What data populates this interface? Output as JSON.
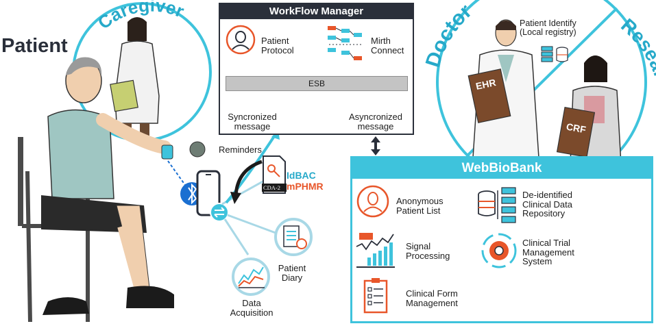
{
  "colors": {
    "accent": "#3ec3dc",
    "dark": "#2a2f3a",
    "orange": "#e8562a",
    "bluetooth": "#1a6fd1"
  },
  "roles": {
    "patient": "Patient",
    "caregiver": "Caregiver",
    "doctor": "Doctor",
    "researcher": "Researcher"
  },
  "workflow": {
    "title": "WorkFlow Manager",
    "patient_protocol": [
      "Patient",
      "Protocol"
    ],
    "mirth_connect": [
      "Mirth",
      "Connect"
    ],
    "esb": "ESB",
    "sync_message": [
      "Syncronized",
      "message"
    ],
    "async_message": [
      "Asyncronized",
      "message"
    ]
  },
  "doctor": {
    "patient_identify": [
      "Patient Identify",
      "(Local registry)"
    ],
    "ehr": "EHR"
  },
  "researcher": {
    "crf": "CRF"
  },
  "mobile": {
    "reminders": "Reminders",
    "cda_badge": "CDA-2",
    "idbac": "IdBAC",
    "mphmr": "mPHMR",
    "data_acquisition": [
      "Data",
      "Acquisition"
    ],
    "patient_diary": [
      "Patient",
      "Diary"
    ]
  },
  "webbiobank": {
    "title": "WebBioBank",
    "anon_list": [
      "Anonymous",
      "Patient List"
    ],
    "deidentified": [
      "De-identified",
      "Clinical Data",
      "Repository"
    ],
    "signal": [
      "Signal",
      "Processing"
    ],
    "trial": [
      "Clinical Trial",
      "Management",
      "System"
    ],
    "form": [
      "Clinical Form",
      "Management"
    ]
  }
}
